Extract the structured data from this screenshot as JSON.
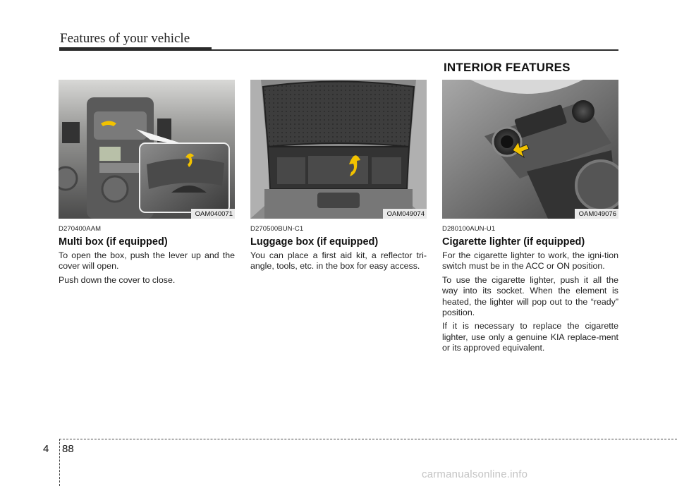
{
  "header": {
    "title": "Features of your vehicle"
  },
  "section_heading": "INTERIOR FEATURES",
  "columns": [
    {
      "figure_code": "OAM040071",
      "ref_code": "D270400AAM",
      "title": "Multi box (if equipped)",
      "paragraphs": [
        "To open the box, push the lever up and the cover will open.",
        "Push down the cover to close."
      ]
    },
    {
      "figure_code": "OAM049074",
      "ref_code": "D270500BUN-C1",
      "title": "Luggage box (if equipped)",
      "paragraphs": [
        "You can place a first aid kit, a reflector tri-angle, tools, etc. in the box for easy access."
      ]
    },
    {
      "figure_code": "OAM049076",
      "ref_code": "D280100AUN-U1",
      "title": "Cigarette lighter (if equipped)",
      "paragraphs": [
        "For the cigarette lighter to work, the igni-tion switch must be in the ACC or ON position.",
        "To use the cigarette lighter, push it all the way into its socket. When the element is heated, the lighter will pop out to the “ready” position.",
        "If it is necessary to replace the cigarette lighter, use only a genuine KIA replace-ment or its approved equivalent."
      ]
    }
  ],
  "footer": {
    "section": "4",
    "page": "88",
    "watermark": "carmanualsonline.info"
  },
  "colors": {
    "arrow": "#f2c200",
    "photo_dark": "#3c3c3c",
    "rule": "#2b2b2b"
  }
}
